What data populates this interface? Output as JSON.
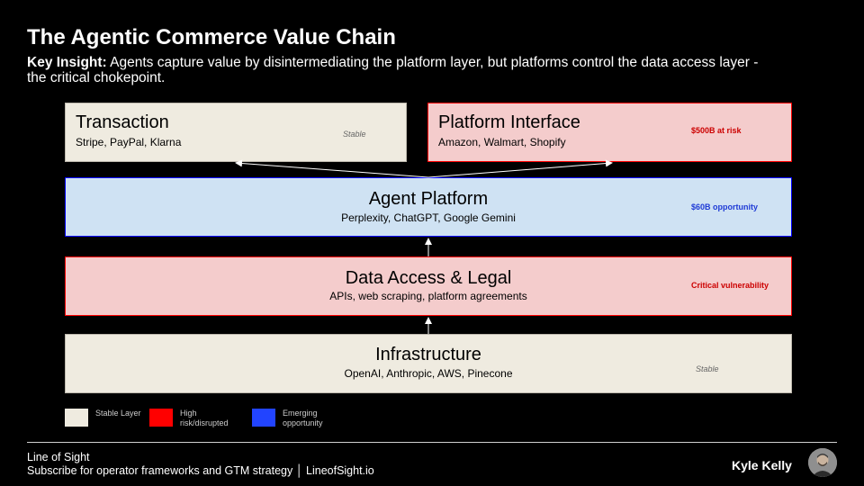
{
  "title": "The Agentic Commerce Value Chain",
  "insight": {
    "label": "Key Insight:",
    "text": " Agents capture value by disintermediating the platform layer, but platforms control the data access layer - the critical chokepoint."
  },
  "colors": {
    "stable_fill": "#efebe0",
    "risk_fill": "#f4cccc",
    "risk_border": "#ff0000",
    "risk_note": "#cc0000",
    "opportunity_fill": "#cfe2f3",
    "opportunity_border": "#0000ff",
    "opportunity_note": "#1f3bd6",
    "legend_high": "#ff0000",
    "legend_emerging": "#2244ff"
  },
  "layers": {
    "transaction": {
      "name": "Transaction",
      "sub": "Stripe, PayPal, Klarna",
      "note": "Stable"
    },
    "platform": {
      "name": "Platform Interface",
      "sub": "Amazon, Walmart, Shopify",
      "note": "$500B at risk"
    },
    "agent": {
      "name": "Agent Platform",
      "sub": "Perplexity, ChatGPT, Google Gemini",
      "note": "$60B opportunity"
    },
    "data": {
      "name": "Data Access & Legal",
      "sub": "APIs, web scraping, platform agreements",
      "note": "Critical vulnerability"
    },
    "infra": {
      "name": "Infrastructure",
      "sub": "OpenAI, Anthropic, AWS, Pinecone",
      "note": "Stable"
    }
  },
  "legend": {
    "stable": "Stable Layer",
    "high": "High risk/disrupted",
    "emerging": "Emerging opportunity"
  },
  "footer": {
    "brand": "Line of Sight",
    "tagline": "Subscribe for operator frameworks and GTM strategy │ LineofSight.io",
    "author": "Kyle Kelly"
  }
}
